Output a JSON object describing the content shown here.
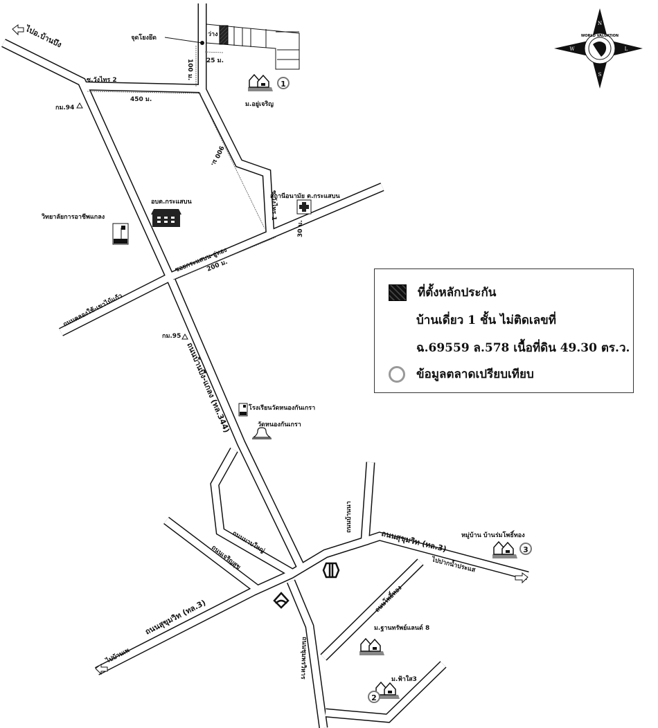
{
  "compass": {
    "brand": "WORLD VALUATION",
    "n": "N",
    "s": "S",
    "w": "W",
    "e": "L"
  },
  "labels": {
    "to_amphoe_banbueng": "ไปอ.บ้านบึง",
    "pin_point": "จุดโยงยึด",
    "vacant": "ว่าง",
    "dist_25": "25 ม.",
    "dist_100": "100 ม.",
    "soi_wangsai_2": "ซ.วังไทร 2",
    "dist_450": "450 ม.",
    "km94": "กม.94",
    "village1": "ม.อยู่เจริญ",
    "dist_900": "900 ม.",
    "soi_wangsai_1": "ซ.วังไทร 1",
    "health_station": "สถานีอนามัย ต.กระแสบน",
    "sao": "อบต.กระแสบน",
    "college": "วิทยาลัยการอาชีพแกลง",
    "soi_krasaeban": "ซอยกระแสบน-อู่ทอง",
    "dist_200": "200 ม.",
    "dist_30": "30 ม.",
    "khlong_road": "ถนนคลองใช้-เขาไม้แก้ว",
    "km95": "กม.95",
    "road_344": "ถนนบ้านบึง-แกลง (ทล.344)",
    "school": "โรงเรียนวัดหนองกันเกรา",
    "temple": "วัดหนองกันเกรา",
    "ban_na_road": "ถนนบ้านนา",
    "sukhumvit_east": "ถนนสุขุมวิท (ทล.3)",
    "village3": "หมู่บ้าน บ้านร่มโพธิ์ทอง",
    "to_paknam": "ไปปากน้ำประแส",
    "mab_yai_road": "ถนนมาบใหญ่",
    "charoensuk_road": "ถนนเจริญสุข",
    "phothong_road": "ถนนโพธิ์ทอง",
    "sukhumvit_west": "ถนนสุขุมวิท (ทล.3)",
    "to_banphe": "ไปบ้านเพ",
    "chumphon_road": "ถนนชุมพรวิหาร",
    "village_thanasap": "ม.ฐานทรัพย์แลนด์ 8",
    "village2": "ม.ฟ้าใส3",
    "num1": "1",
    "num2": "2",
    "num3": "3"
  },
  "legend": {
    "collateral": "ที่ตั้งหลักประกัน",
    "house": "บ้านเดี่ยว 1 ชั้น ไม่ติดเลขที่",
    "deed": "ฉ.69559 ล.578 เนื้อที่ดิน 49.30 ตร.ว.",
    "market": "ข้อมูลตลาดเปรียบเทียบ"
  }
}
